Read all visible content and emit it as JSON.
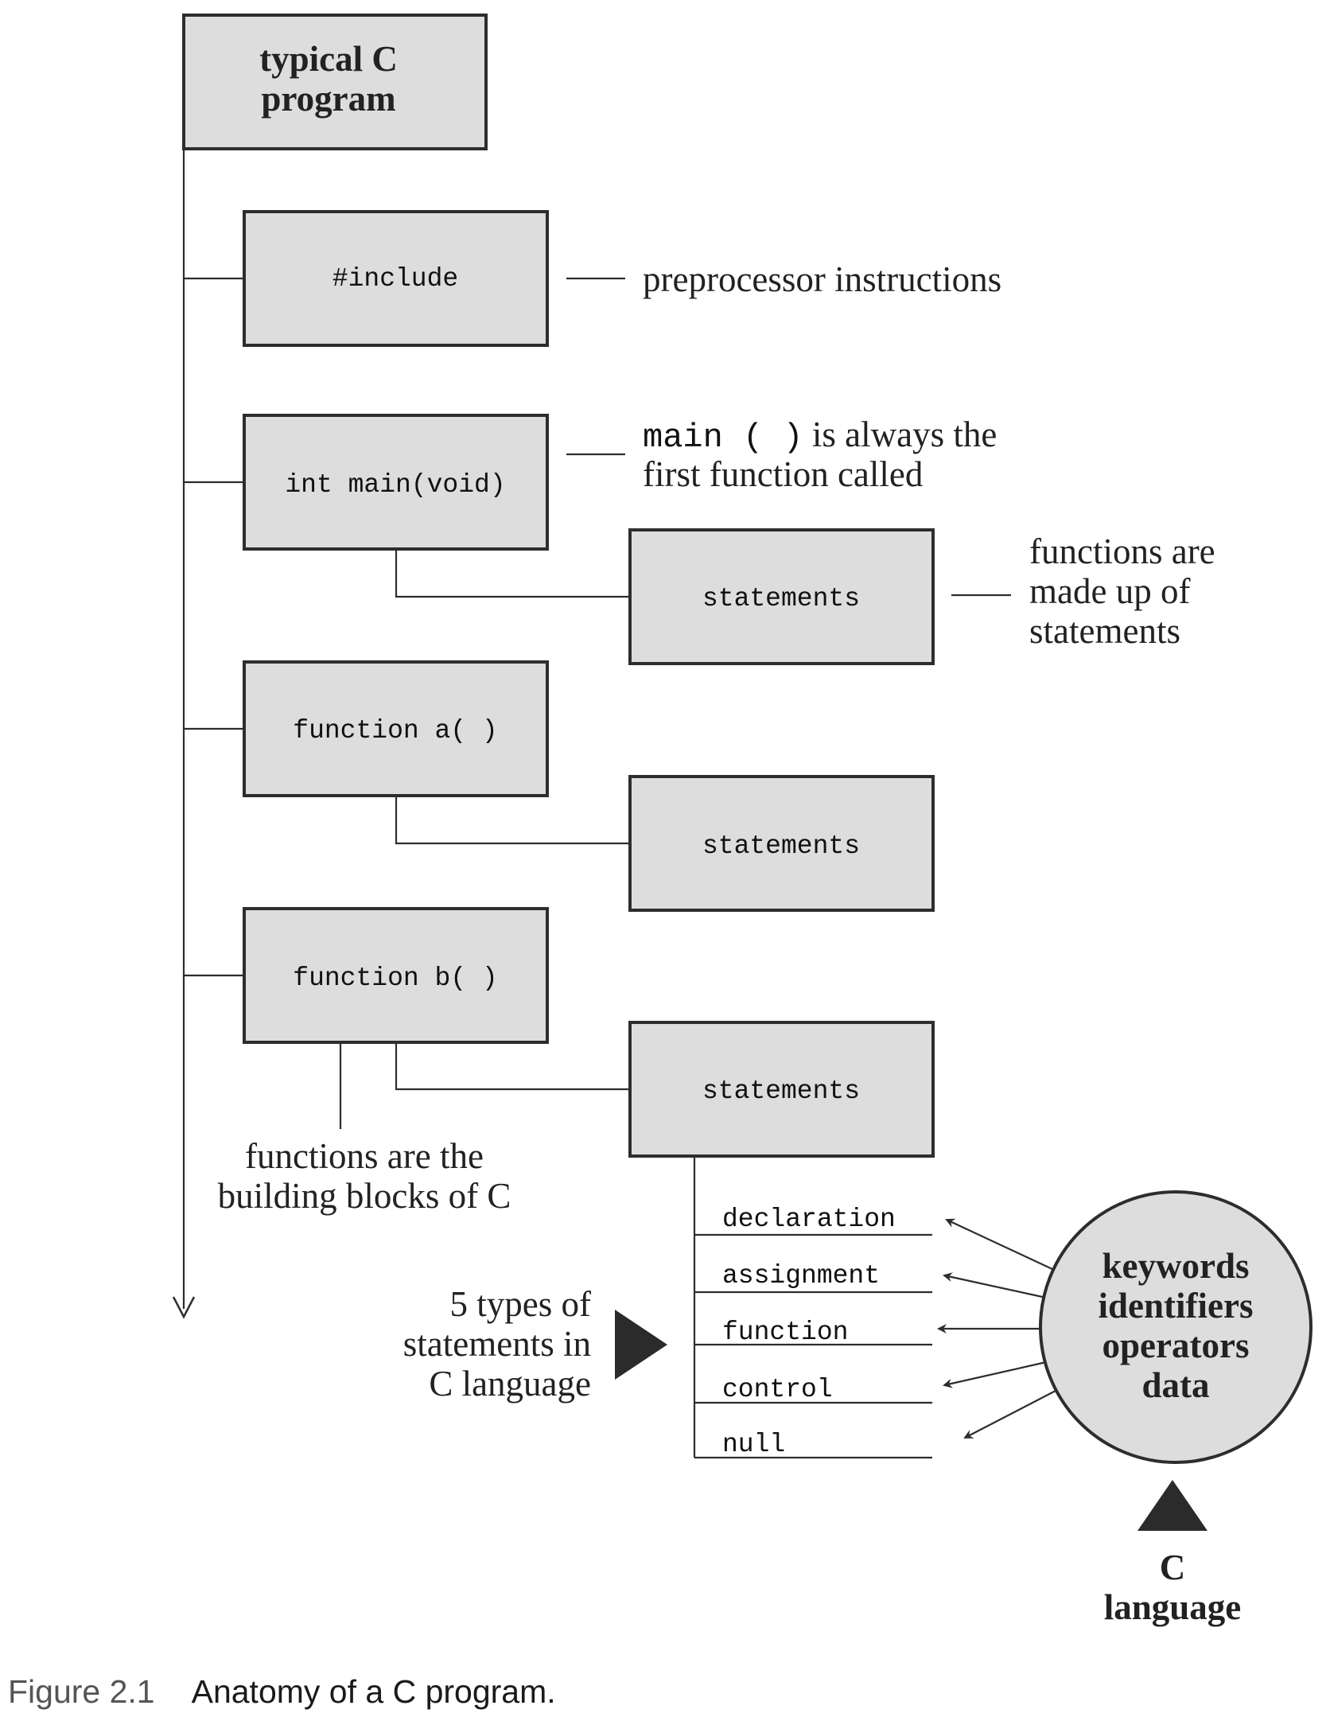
{
  "diagram": {
    "title_line1": "typical C",
    "title_line2": "program",
    "include_box": "#include",
    "include_note": "preprocessor instructions",
    "main_box": "int main(void)",
    "main_note_code": "main ( )",
    "main_note_rest": " is always the",
    "main_note_line2": "first function called",
    "statements_label": "statements",
    "statements_note_line1": "functions are",
    "statements_note_line2": "made up of",
    "statements_note_line3": "statements",
    "function_a_box": "function a( )",
    "function_b_box": "function b( )",
    "blocks_note_line1": "functions are the",
    "blocks_note_line2": "building blocks of C",
    "statement_types": [
      "declaration",
      "assignment",
      "function",
      "control",
      "null"
    ],
    "types_note_line1": "5 types of",
    "types_note_line2": "statements in",
    "types_note_line3": "C language",
    "circle_items": [
      "keywords",
      "identifiers",
      "operators",
      "data"
    ],
    "c_lang_line1": "C",
    "c_lang_line2": "language"
  },
  "caption": {
    "label": "Figure 2.1",
    "text": "Anatomy of a C program."
  }
}
